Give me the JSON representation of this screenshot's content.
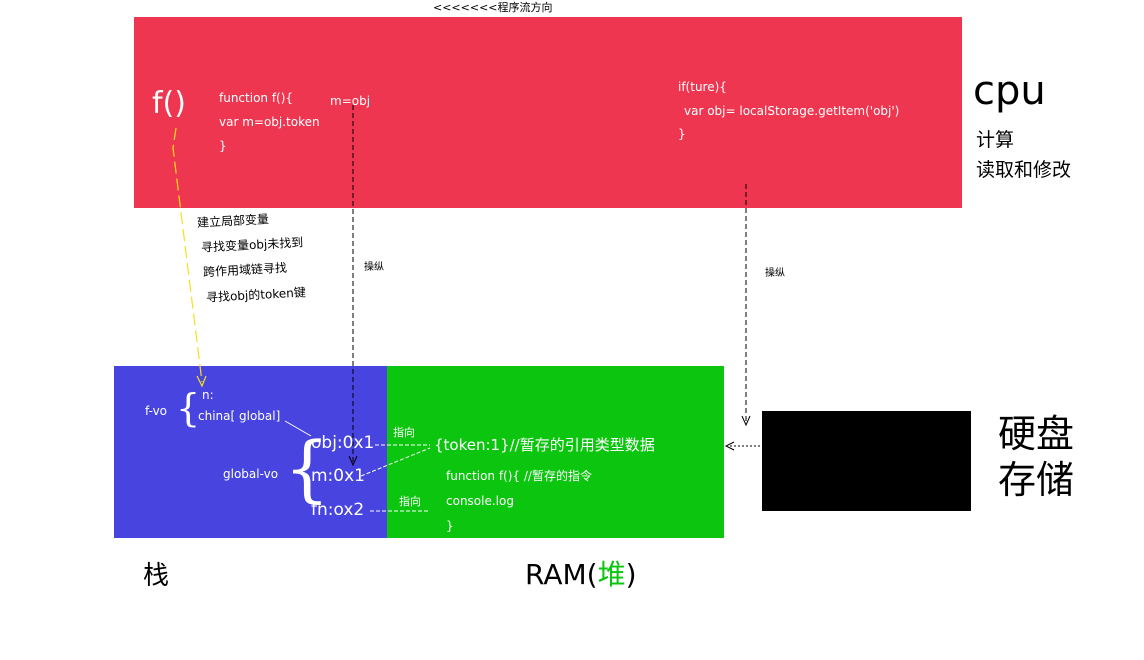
{
  "flow_direction": "<<<<<<<程序流方向",
  "cpu": {
    "title": "cpu",
    "desc_line1": "计算",
    "desc_line2": "读取和修改",
    "func_name": "f()",
    "func_code": [
      "function f(){",
      "var m=obj.token",
      "}"
    ],
    "assign": "m=obj",
    "if_code": [
      "if(ture){",
      "var obj= localStorage.getItem('obj')",
      "}"
    ]
  },
  "annotations": {
    "scope_notes": [
      "建立局部变量",
      "寻找变量obj未找到",
      "跨作用域链寻找",
      "寻找obj的token键"
    ],
    "operate_left": "操纵",
    "operate_right": "操纵",
    "points_to_1": "指向",
    "points_to_2": "指向"
  },
  "stack": {
    "label": "栈",
    "fvo_label": "f-vo",
    "fvo_items": [
      "n:",
      "china[ global]"
    ],
    "globalvo_label": "global-vo",
    "globalvo_items": [
      "obj:0x1",
      "m:0x1",
      "fn:ox2"
    ]
  },
  "ram": {
    "label_prefix": "RAM(",
    "label_heap": "堆",
    "label_suffix": ")",
    "object_data": "{token:1}//暂存的引用类型数据",
    "function_lines": [
      "function f(){ //暂存的指令",
      "console.log",
      "}"
    ]
  },
  "disk": {
    "line1": "硬盘",
    "line2": "存储"
  },
  "colors": {
    "cpu": "#ee3650",
    "stack": "#4744e0",
    "ram": "#0bc50e",
    "disk": "#000000",
    "heap_text": "#0bc50e",
    "scope_arrow": "#f3e21a"
  }
}
